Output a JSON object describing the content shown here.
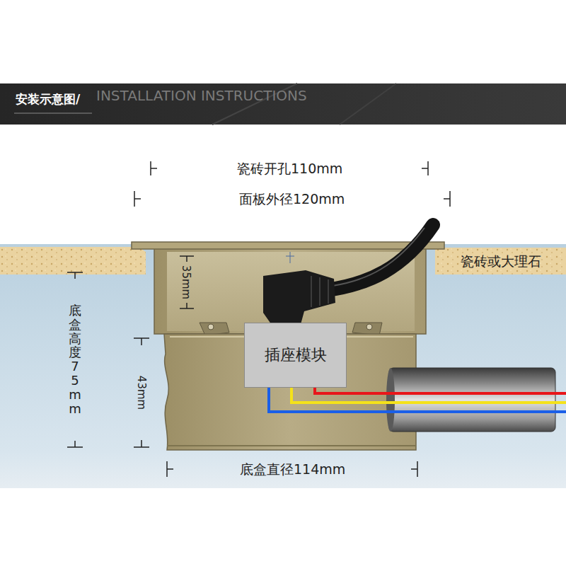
{
  "diagram": {
    "title": "安装示意图/",
    "nodes": [
      {
        "text": [
          "瓷砖或大理石"
        ]
      },
      {
        "text": [
          "插座模块"
        ]
      }
    ],
    "labels": [
      "INSTALLATION INSTRUCTIONS",
      "瓷砖开孔110mm",
      "面板外径120mm",
      "35mm",
      "底盒高度75mm",
      "43mm",
      "底盒直径114mm"
    ]
  }
}
